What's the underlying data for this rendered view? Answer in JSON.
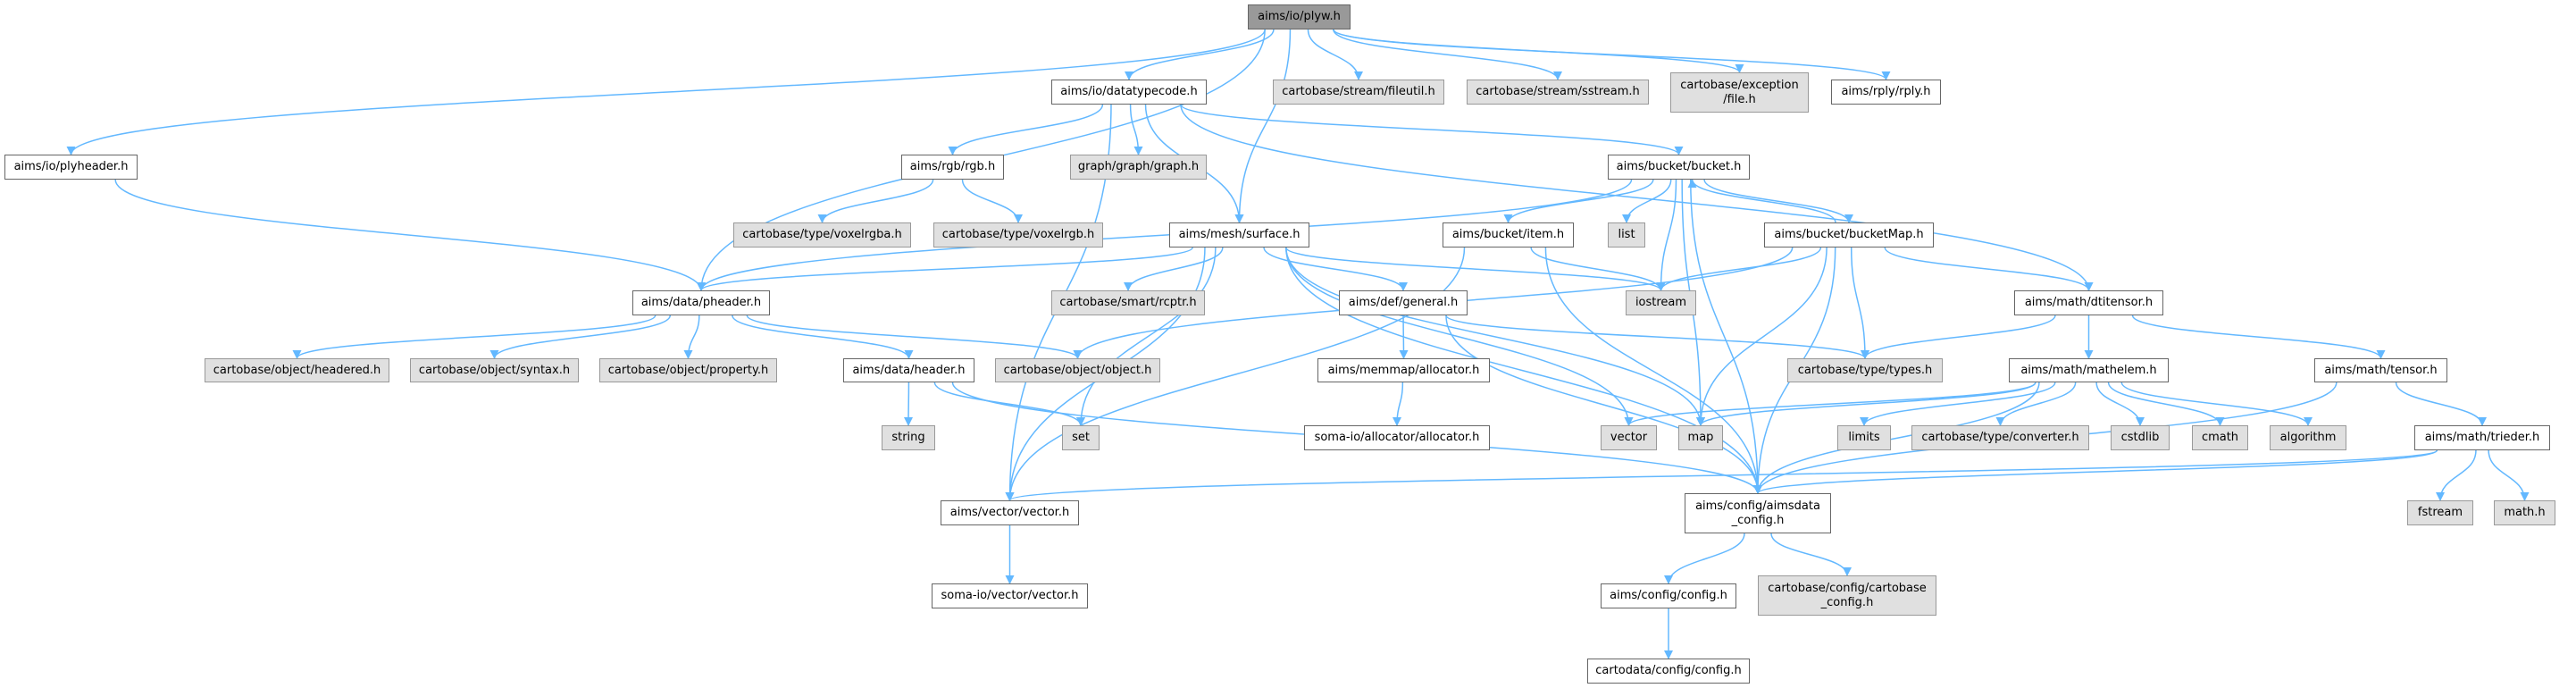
{
  "graph": {
    "edge_color": "#63b8ff",
    "colors": {
      "root_fill": "#999999",
      "internal_fill": "#ffffff",
      "external_fill": "#e0e0e0"
    },
    "nodes": [
      {
        "id": "plyw",
        "label": "aims/io/plyw.h",
        "kind": "root"
      },
      {
        "id": "datatypecode",
        "label": "aims/io/datatypecode.h",
        "kind": "internal"
      },
      {
        "id": "fileutil",
        "label": "cartobase/stream/fileutil.h",
        "kind": "external"
      },
      {
        "id": "sstream",
        "label": "cartobase/stream/sstream.h",
        "kind": "external"
      },
      {
        "id": "excfile",
        "label": "cartobase/exception\n/file.h",
        "kind": "external"
      },
      {
        "id": "rply",
        "label": "aims/rply/rply.h",
        "kind": "internal"
      },
      {
        "id": "plyheader",
        "label": "aims/io/plyheader.h",
        "kind": "internal"
      },
      {
        "id": "rgb",
        "label": "aims/rgb/rgb.h",
        "kind": "internal"
      },
      {
        "id": "graph",
        "label": "graph/graph/graph.h",
        "kind": "external"
      },
      {
        "id": "bucket",
        "label": "aims/bucket/bucket.h",
        "kind": "internal"
      },
      {
        "id": "voxelrgba",
        "label": "cartobase/type/voxelrgba.h",
        "kind": "external"
      },
      {
        "id": "voxelrgb",
        "label": "cartobase/type/voxelrgb.h",
        "kind": "external"
      },
      {
        "id": "surface",
        "label": "aims/mesh/surface.h",
        "kind": "internal"
      },
      {
        "id": "item",
        "label": "aims/bucket/item.h",
        "kind": "internal"
      },
      {
        "id": "list",
        "label": "list",
        "kind": "external"
      },
      {
        "id": "bucketMap",
        "label": "aims/bucket/bucketMap.h",
        "kind": "internal"
      },
      {
        "id": "pheader",
        "label": "aims/data/pheader.h",
        "kind": "internal"
      },
      {
        "id": "rcptr",
        "label": "cartobase/smart/rcptr.h",
        "kind": "external"
      },
      {
        "id": "general",
        "label": "aims/def/general.h",
        "kind": "internal"
      },
      {
        "id": "iostream",
        "label": "iostream",
        "kind": "external"
      },
      {
        "id": "dtitensor",
        "label": "aims/math/dtitensor.h",
        "kind": "internal"
      },
      {
        "id": "headered",
        "label": "cartobase/object/headered.h",
        "kind": "external"
      },
      {
        "id": "syntax",
        "label": "cartobase/object/syntax.h",
        "kind": "external"
      },
      {
        "id": "property",
        "label": "cartobase/object/property.h",
        "kind": "external"
      },
      {
        "id": "header",
        "label": "aims/data/header.h",
        "kind": "internal"
      },
      {
        "id": "object",
        "label": "cartobase/object/object.h",
        "kind": "external"
      },
      {
        "id": "memalloc",
        "label": "aims/memmap/allocator.h",
        "kind": "internal"
      },
      {
        "id": "types",
        "label": "cartobase/type/types.h",
        "kind": "external"
      },
      {
        "id": "mathelem",
        "label": "aims/math/mathelem.h",
        "kind": "internal"
      },
      {
        "id": "tensor",
        "label": "aims/math/tensor.h",
        "kind": "internal"
      },
      {
        "id": "string",
        "label": "string",
        "kind": "external"
      },
      {
        "id": "set",
        "label": "set",
        "kind": "external"
      },
      {
        "id": "somaalloc",
        "label": "soma-io/allocator/allocator.h",
        "kind": "internal"
      },
      {
        "id": "vector",
        "label": "vector",
        "kind": "external"
      },
      {
        "id": "map",
        "label": "map",
        "kind": "external"
      },
      {
        "id": "limits",
        "label": "limits",
        "kind": "external"
      },
      {
        "id": "converter",
        "label": "cartobase/type/converter.h",
        "kind": "external"
      },
      {
        "id": "cstdlib",
        "label": "cstdlib",
        "kind": "external"
      },
      {
        "id": "cmath",
        "label": "cmath",
        "kind": "external"
      },
      {
        "id": "algorithm",
        "label": "algorithm",
        "kind": "external"
      },
      {
        "id": "trieder",
        "label": "aims/math/trieder.h",
        "kind": "internal"
      },
      {
        "id": "vectorh",
        "label": "aims/vector/vector.h",
        "kind": "internal"
      },
      {
        "id": "aimsdata",
        "label": "aims/config/aimsdata\n_config.h",
        "kind": "internal"
      },
      {
        "id": "fstream",
        "label": "fstream",
        "kind": "external"
      },
      {
        "id": "mathh",
        "label": "math.h",
        "kind": "external"
      },
      {
        "id": "somavector",
        "label": "soma-io/vector/vector.h",
        "kind": "internal"
      },
      {
        "id": "config",
        "label": "aims/config/config.h",
        "kind": "internal"
      },
      {
        "id": "cbconfig",
        "label": "cartobase/config/cartobase\n_config.h",
        "kind": "external"
      },
      {
        "id": "cartodata",
        "label": "cartodata/config/config.h",
        "kind": "internal"
      }
    ],
    "edges": [
      [
        "plyw",
        "plyheader"
      ],
      [
        "plyw",
        "pheader"
      ],
      [
        "plyw",
        "datatypecode"
      ],
      [
        "plyw",
        "surface"
      ],
      [
        "plyw",
        "fileutil"
      ],
      [
        "plyw",
        "sstream"
      ],
      [
        "plyw",
        "excfile"
      ],
      [
        "plyw",
        "rply"
      ],
      [
        "plyheader",
        "pheader"
      ],
      [
        "datatypecode",
        "vectorh"
      ],
      [
        "datatypecode",
        "rgb"
      ],
      [
        "datatypecode",
        "graph"
      ],
      [
        "datatypecode",
        "surface"
      ],
      [
        "datatypecode",
        "bucket"
      ],
      [
        "datatypecode",
        "dtitensor"
      ],
      [
        "rgb",
        "voxelrgba"
      ],
      [
        "rgb",
        "voxelrgb"
      ],
      [
        "bucket",
        "pheader"
      ],
      [
        "bucket",
        "item"
      ],
      [
        "bucket",
        "list"
      ],
      [
        "bucket",
        "iostream"
      ],
      [
        "bucket",
        "map"
      ],
      [
        "bucket",
        "bucketMap"
      ],
      [
        "bucket",
        "aimsdata"
      ],
      [
        "bucketMap",
        "bucket"
      ],
      [
        "bucketMap",
        "iostream"
      ],
      [
        "bucketMap",
        "object"
      ],
      [
        "bucketMap",
        "map"
      ],
      [
        "bucketMap",
        "types"
      ],
      [
        "bucketMap",
        "aimsdata"
      ],
      [
        "bucketMap",
        "dtitensor"
      ],
      [
        "item",
        "vectorh"
      ],
      [
        "item",
        "iostream"
      ],
      [
        "item",
        "aimsdata"
      ],
      [
        "surface",
        "pheader"
      ],
      [
        "surface",
        "vectorh"
      ],
      [
        "surface",
        "set"
      ],
      [
        "surface",
        "rcptr"
      ],
      [
        "surface",
        "general"
      ],
      [
        "surface",
        "aimsdata"
      ],
      [
        "surface",
        "iostream"
      ],
      [
        "surface",
        "vector"
      ],
      [
        "surface",
        "map"
      ],
      [
        "pheader",
        "headered"
      ],
      [
        "pheader",
        "syntax"
      ],
      [
        "pheader",
        "property"
      ],
      [
        "pheader",
        "header"
      ],
      [
        "pheader",
        "object"
      ],
      [
        "header",
        "string"
      ],
      [
        "header",
        "set"
      ],
      [
        "header",
        "aimsdata"
      ],
      [
        "general",
        "memalloc"
      ],
      [
        "general",
        "types"
      ],
      [
        "general",
        "aimsdata"
      ],
      [
        "memalloc",
        "somaalloc"
      ],
      [
        "dtitensor",
        "types"
      ],
      [
        "dtitensor",
        "mathelem"
      ],
      [
        "dtitensor",
        "tensor"
      ],
      [
        "mathelem",
        "vector"
      ],
      [
        "mathelem",
        "map"
      ],
      [
        "mathelem",
        "limits"
      ],
      [
        "mathelem",
        "converter"
      ],
      [
        "mathelem",
        "cstdlib"
      ],
      [
        "mathelem",
        "cmath"
      ],
      [
        "mathelem",
        "algorithm"
      ],
      [
        "mathelem",
        "aimsdata"
      ],
      [
        "tensor",
        "trieder"
      ],
      [
        "tensor",
        "aimsdata"
      ],
      [
        "trieder",
        "fstream"
      ],
      [
        "trieder",
        "mathh"
      ],
      [
        "trieder",
        "vectorh"
      ],
      [
        "trieder",
        "aimsdata"
      ],
      [
        "vectorh",
        "somavector"
      ],
      [
        "aimsdata",
        "config"
      ],
      [
        "aimsdata",
        "cbconfig"
      ],
      [
        "config",
        "cartodata"
      ]
    ]
  }
}
